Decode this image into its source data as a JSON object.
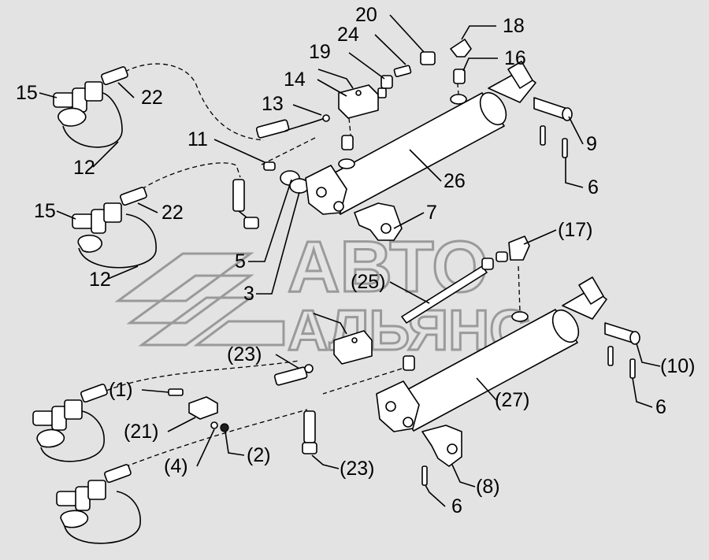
{
  "watermark": {
    "line1": "АВТО",
    "line2": "АЛЬЯНС"
  },
  "callouts": {
    "c20": "20",
    "c24": "24",
    "c18": "18",
    "c19": "19",
    "c16": "16",
    "c14": "14",
    "c13": "13",
    "c15a": "15",
    "c22a": "22",
    "c12a": "12",
    "c11": "11",
    "c9": "9",
    "c6a": "6",
    "c26": "26",
    "c15b": "15",
    "c22b": "22",
    "c7": "7",
    "c12b": "12",
    "c5": "5",
    "c3": "3",
    "c17": "(17)",
    "c25": "(25)",
    "c23a": "(23)",
    "c10": "(10)",
    "c1": "(1)",
    "c27": "(27)",
    "c6b": "6",
    "c21": "(21)",
    "c2": "(2)",
    "c4": "(4)",
    "c23b": "(23)",
    "c8": "(8)",
    "c6c": "6"
  }
}
